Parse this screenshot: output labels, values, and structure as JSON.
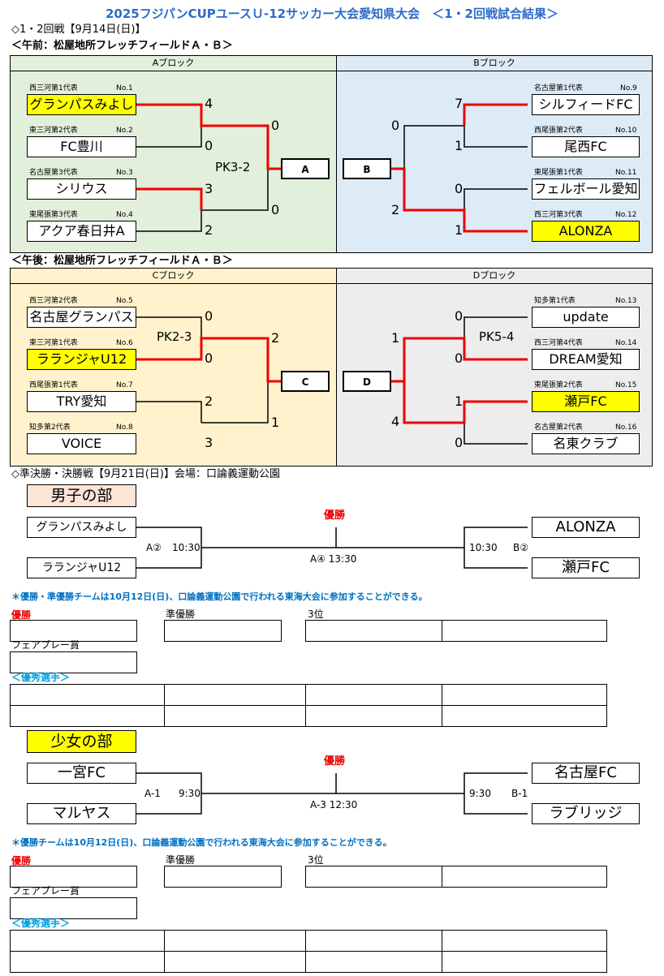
{
  "title": "2025フジパンCUPユースＵ-12サッカー大会愛知県大会　＜1・2回戦試合結果＞",
  "round12": "◇1・2回戦【9月14日(日)】",
  "am_venue": "＜午前：松屋地所フレッチフィールドＡ・Ｂ＞",
  "pm_venue": "＜午後：松屋地所フレッチフィールドＡ・Ｂ＞",
  "blocks": {
    "a": {
      "name": "Aブロック",
      "teams": [
        {
          "qual": "西三河第1代表",
          "no": "No.1",
          "name": "グランパスみよし",
          "score": "4"
        },
        {
          "qual": "東三河第2代表",
          "no": "No.2",
          "name": "FC豊川",
          "score": "0"
        },
        {
          "qual": "名古屋第3代表",
          "no": "No.3",
          "name": "シリウス",
          "score": "3"
        },
        {
          "qual": "東尾張第3代表",
          "no": "No.4",
          "name": "アクア春日井A",
          "score": "2"
        }
      ],
      "semi_scores": [
        "0",
        "0"
      ],
      "pk": "PK3-2",
      "winner_box": "A"
    },
    "b": {
      "name": "Bブロック",
      "teams": [
        {
          "qual": "名古屋第1代表",
          "no": "No.9",
          "name": "シルフィードFC",
          "score": "7"
        },
        {
          "qual": "西尾張第2代表",
          "no": "No.10",
          "name": "尾西FC",
          "score": "1"
        },
        {
          "qual": "東尾張第1代表",
          "no": "No.11",
          "name": "フェルボール愛知",
          "score": "0"
        },
        {
          "qual": "西三河第3代表",
          "no": "No.12",
          "name": "ALONZA",
          "score": "1"
        }
      ],
      "semi_scores": [
        "0",
        "2"
      ],
      "winner_box": "B"
    },
    "c": {
      "name": "Cブロック",
      "teams": [
        {
          "qual": "西三河第2代表",
          "no": "No.5",
          "name": "名古屋グランパス",
          "score": "0"
        },
        {
          "qual": "東三河第1代表",
          "no": "No.6",
          "name": "ラランジャU12",
          "score": "0"
        },
        {
          "qual": "西尾張第1代表",
          "no": "No.7",
          "name": "TRY愛知",
          "score": "2"
        },
        {
          "qual": "知多第2代表",
          "no": "No.8",
          "name": "VOICE",
          "score": "3"
        }
      ],
      "semi_scores": [
        "2",
        "1"
      ],
      "pk": "PK2-3",
      "winner_box": "C"
    },
    "d": {
      "name": "Dブロック",
      "teams": [
        {
          "qual": "知多第1代表",
          "no": "No.13",
          "name": "update",
          "score": "0"
        },
        {
          "qual": "西三河第4代表",
          "no": "No.14",
          "name": "DREAM愛知",
          "score": "0"
        },
        {
          "qual": "東尾張第2代表",
          "no": "No.15",
          "name": "瀬戸FC",
          "score": "1"
        },
        {
          "qual": "名古屋第2代表",
          "no": "No.16",
          "name": "名東クラブ",
          "score": "0"
        }
      ],
      "semi_scores": [
        "1",
        "4"
      ],
      "pk": "PK5-4",
      "winner_box": "D"
    }
  },
  "finals_header": "◇準決勝・決勝戦【9月21日(日)】会場：口論義運動公園",
  "boys": {
    "title": "男子の部",
    "champion_label": "優勝",
    "left_top": "グランパスみよし",
    "left_bottom": "ラランジャU12",
    "right_top": "ALONZA",
    "right_bottom": "瀬戸FC",
    "left_field": "A②",
    "left_time": "10:30",
    "right_time": "10:30",
    "right_field": "B②",
    "final_time": "A④ 13:30",
    "note": "＊優勝・準優勝チームは10月12日(日)、口論義運動公園で行われる東海大会に参加することができる。",
    "winner_label": "優勝",
    "runnerup_label": "準優勝",
    "third_label": "3位",
    "fairplay_label": "フェアプレー賞",
    "mvp_label": "＜優秀選手＞"
  },
  "girls": {
    "title": "少女の部",
    "champion_label": "優勝",
    "left_top": "一宮FC",
    "left_bottom": "マルヤス",
    "right_top": "名古屋FC",
    "right_bottom": "ラブリッジ",
    "left_field": "A-1",
    "left_time": "9:30",
    "right_time": "9:30",
    "right_field": "B-1",
    "final_time": "A-3 12:30",
    "note": "＊優勝チームは10月12日(日)、口論義運動公園で行われる東海大会に参加することができる。",
    "winner_label": "優勝",
    "runnerup_label": "準優勝",
    "third_label": "3位",
    "fairplay_label": "フェアプレー賞",
    "mvp_label": "＜優秀選手＞"
  },
  "colors": {
    "title": "#2c6cc8",
    "block_a_bg": "#e2efda",
    "block_b_bg": "#ddebf7",
    "block_c_bg": "#fff2cc",
    "block_d_bg": "#ededed",
    "winner_line": "#ee0000",
    "highlight": "#ffff00",
    "boys_title_bg": "#fce4d6",
    "girls_title_bg": "#ffff00",
    "note": "#0070c0",
    "mvp": "#00a0e0"
  }
}
